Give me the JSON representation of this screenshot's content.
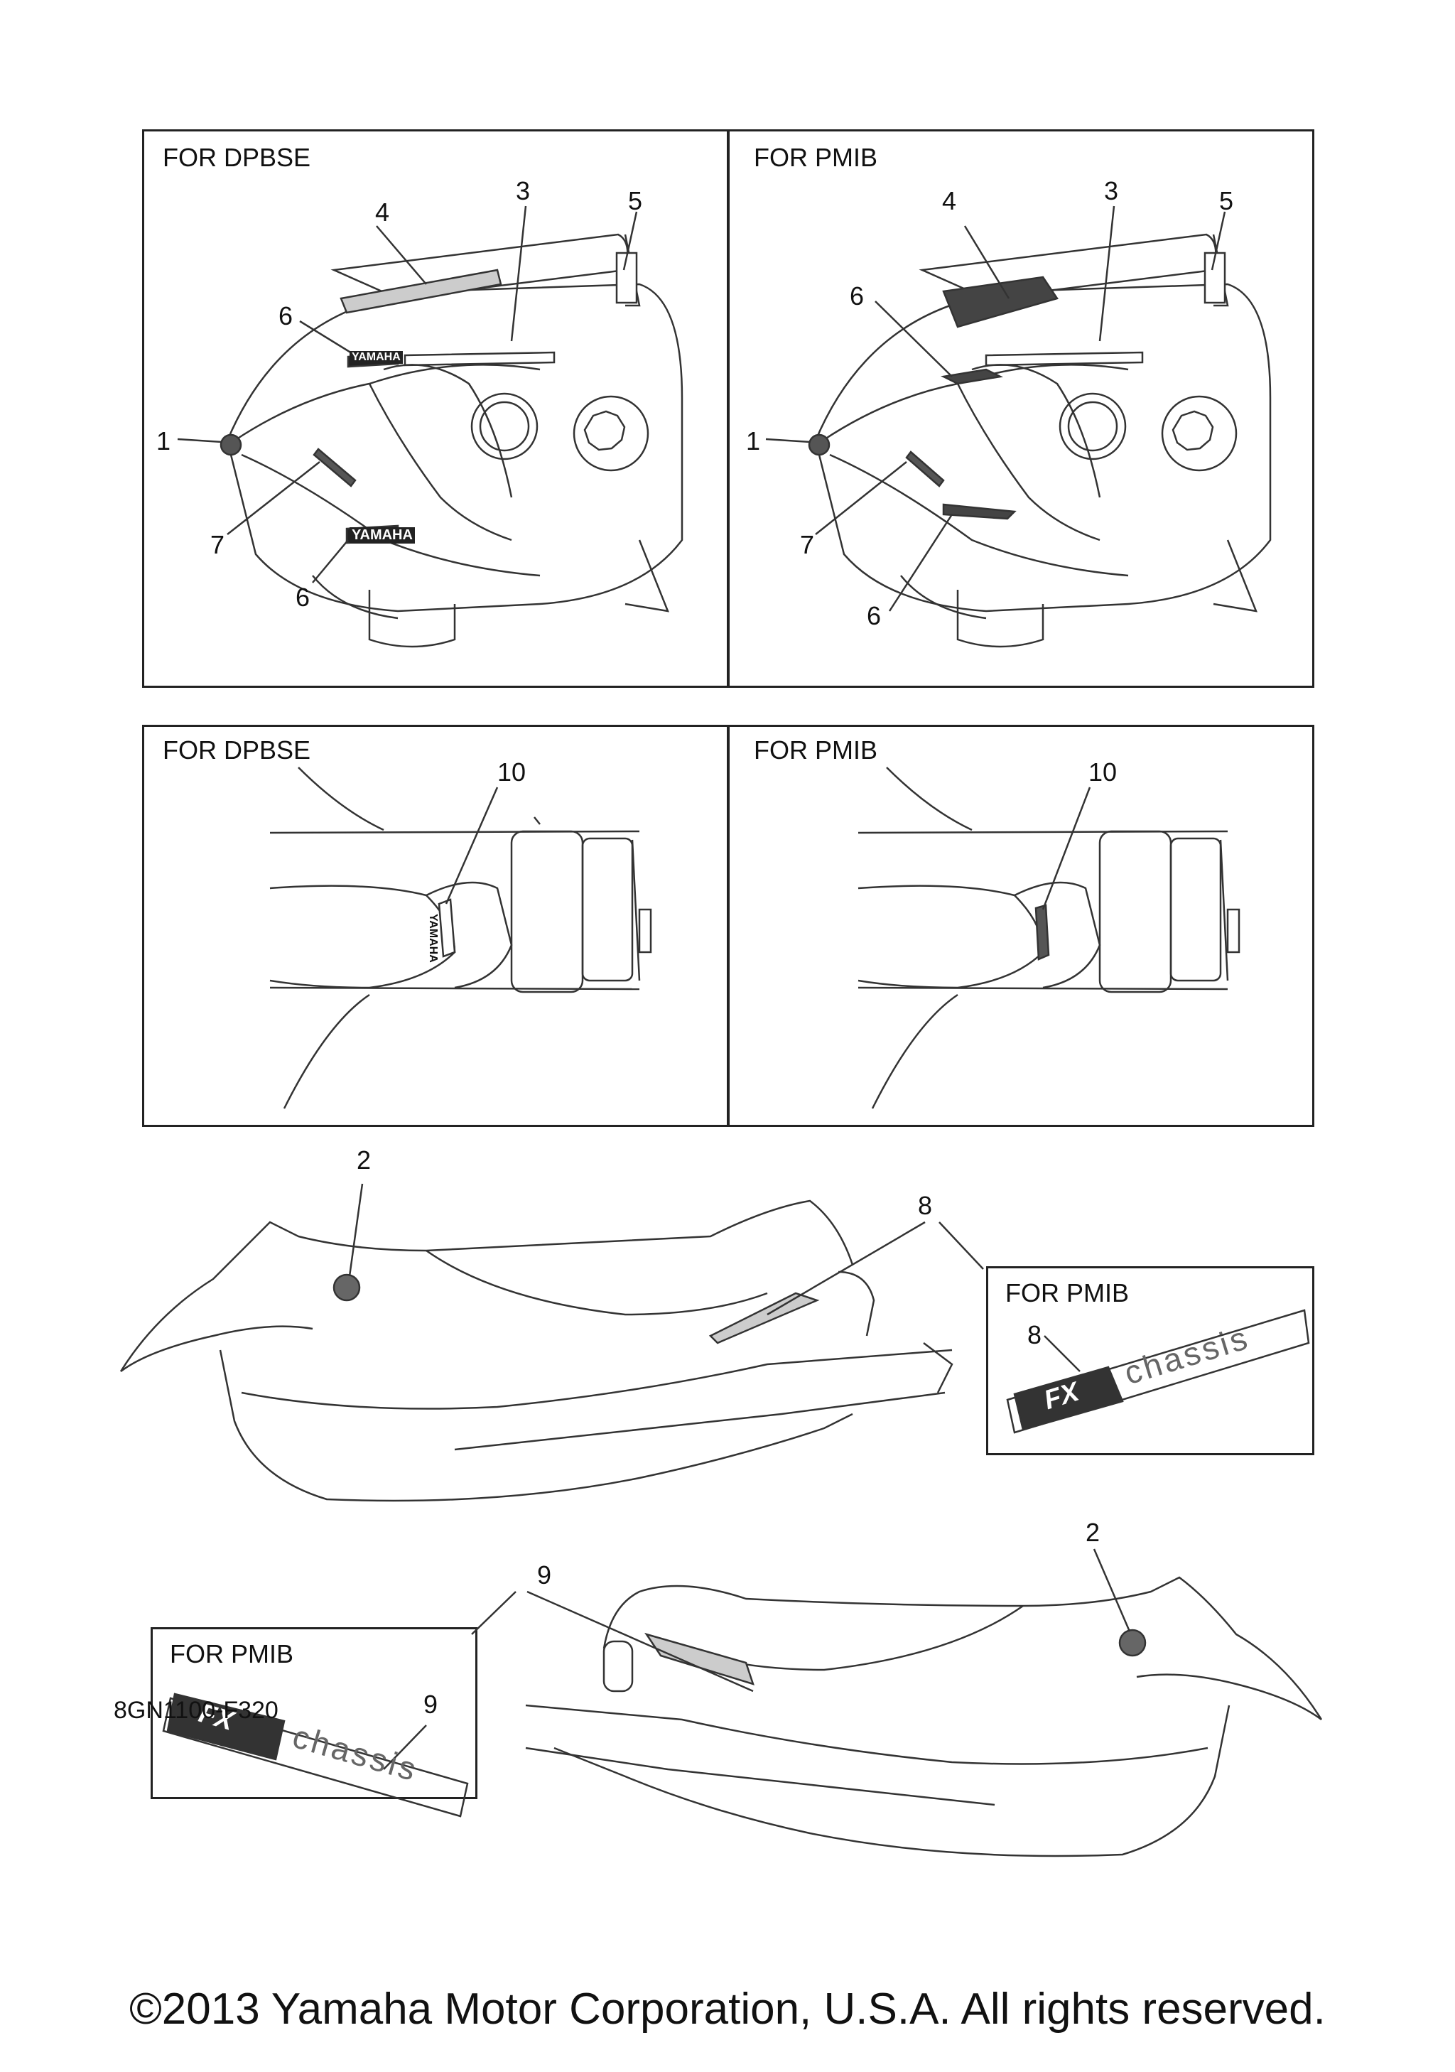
{
  "panels": {
    "top_left": {
      "label": "FOR DPBSE"
    },
    "top_right": {
      "label": "FOR PMIB"
    },
    "mid_left": {
      "label": "FOR DPBSE"
    },
    "mid_right": {
      "label": "FOR PMIB"
    },
    "inset_8": {
      "label": "FOR PMIB"
    },
    "inset_9": {
      "label": "FOR PMIB"
    }
  },
  "callouts": {
    "tl": {
      "c1": "1",
      "c3": "3",
      "c4": "4",
      "c5": "5",
      "c6a": "6",
      "c6b": "6",
      "c7": "7"
    },
    "tr": {
      "c1": "1",
      "c3": "3",
      "c4": "4",
      "c5": "5",
      "c6a": "6",
      "c6b": "6",
      "c7": "7"
    },
    "ml": {
      "c10": "10"
    },
    "mr": {
      "c10": "10"
    },
    "side1": {
      "c2": "2",
      "c8": "8"
    },
    "inset8": {
      "c8": "8"
    },
    "side2": {
      "c2": "2",
      "c9": "9"
    },
    "inset9": {
      "c9": "9"
    }
  },
  "decal_text": {
    "yamaha": "YAMAHA",
    "fx": "FX",
    "chassis": "chassis"
  },
  "diagram_code": "8GN1100-F320",
  "copyright": "©2013 Yamaha Motor Corporation, U.S.A. All rights reserved."
}
